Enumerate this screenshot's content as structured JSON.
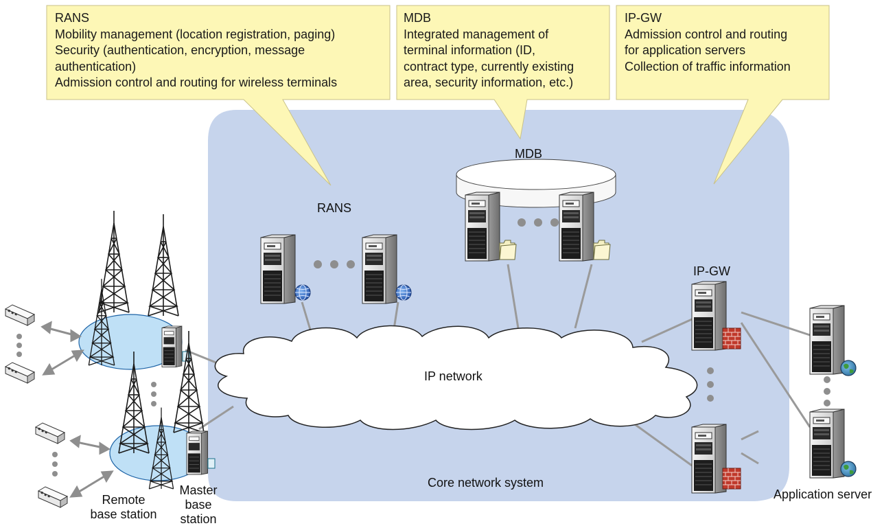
{
  "callouts": {
    "rans": {
      "title": "RANS",
      "lines": [
        "Mobility management (location registration, paging)",
        "Security (authentication, encryption, message",
        "authentication)",
        "Admission control and routing for wireless terminals"
      ]
    },
    "mdb": {
      "title": "MDB",
      "lines": [
        "Integrated management of",
        "terminal information (ID,",
        "contract type, currently existing",
        "area, security information, etc.)"
      ]
    },
    "ipgw": {
      "title": "IP-GW",
      "lines": [
        "Admission control and routing",
        "for application servers",
        "Collection of traffic information"
      ]
    }
  },
  "labels": {
    "mdb": "MDB",
    "rans": "RANS",
    "ipgw": "IP-GW",
    "ip_network": "IP network",
    "core_network": "Core network system",
    "application_server": "Application server",
    "remote_bs_1": "Remote",
    "remote_bs_2": "base station",
    "master_bs_1": "Master",
    "master_bs_2": "base",
    "master_bs_3": "station"
  },
  "colors": {
    "callout_fill": "#fdf7b6",
    "callout_stroke": "#c9c28a",
    "core_fill": "#c6d4ec",
    "coverage_fill": "#bfe0f6",
    "link": "#9a9a9a"
  },
  "icons": [
    "server-icon",
    "globe-icon",
    "folder-icon",
    "firewall-icon",
    "antenna-tower-icon",
    "wireless-terminal-icon",
    "cloud-icon",
    "database-cylinder-icon"
  ]
}
